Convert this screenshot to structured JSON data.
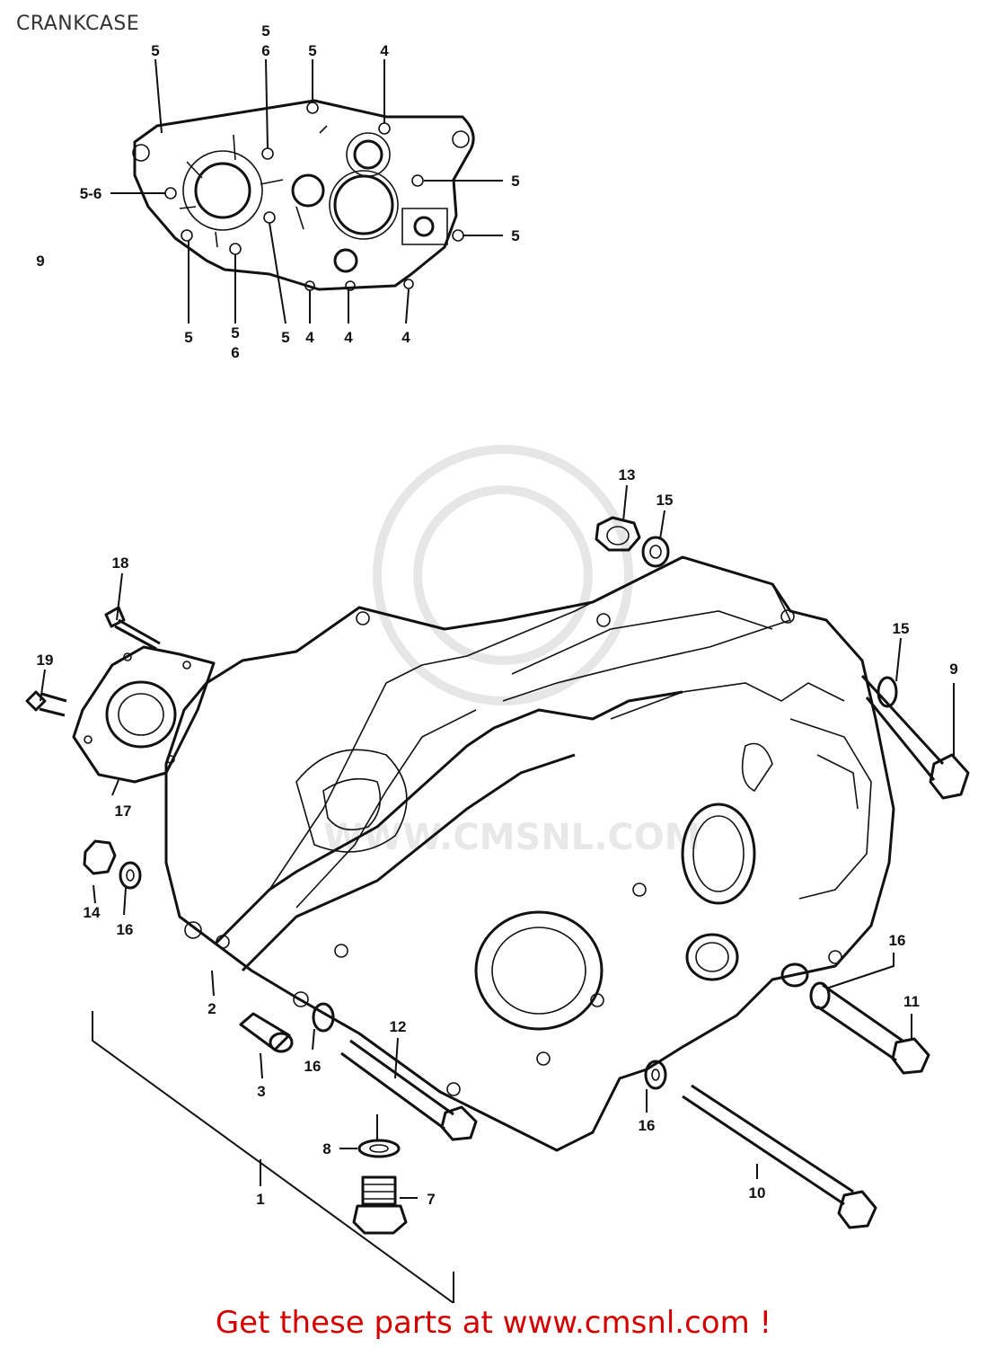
{
  "title": "CRANKCASE",
  "footer": "Get these parts at www.cmsnl.com !",
  "watermark_text": "WWW.CMSNL.COM",
  "colors": {
    "footer": "#d40000",
    "title": "#333333",
    "ink": "#111111"
  },
  "top_view_labels": {
    "l5a": "5",
    "l6a": "6",
    "l5b": "5",
    "l4a": "4",
    "l5c": "5",
    "l5d": "5",
    "l56": "5-6",
    "l9": "9",
    "b5a": "5",
    "b5b": "5",
    "b6": "6",
    "b5c": "5",
    "b4a": "4",
    "b4b": "4",
    "b4c": "4",
    "l5e": "5"
  },
  "main_labels": {
    "n1": "1",
    "n2": "2",
    "n3": "3",
    "n7": "7",
    "n8": "8",
    "n9": "9",
    "n10": "10",
    "n11": "11",
    "n12": "12",
    "n13": "13",
    "n14": "14",
    "n15a": "15",
    "n15b": "15",
    "n16a": "16",
    "n16b": "16",
    "n16c": "16",
    "n16d": "16",
    "n17": "17",
    "n18": "18",
    "n19": "19"
  }
}
